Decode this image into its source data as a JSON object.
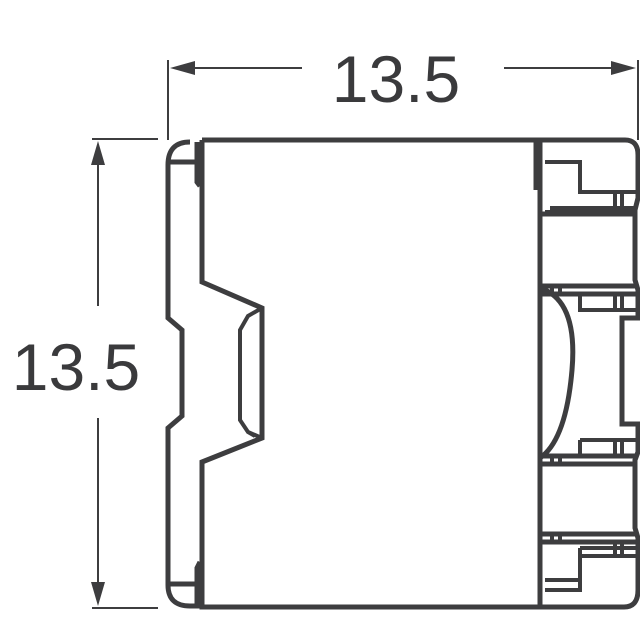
{
  "drawing": {
    "title": "Component package outline",
    "line_color": "#3d3d3f",
    "background": "#ffffff",
    "dimensions": {
      "width": {
        "label": "13.5",
        "orientation": "horizontal",
        "position": "top"
      },
      "height": {
        "label": "13.5",
        "orientation": "vertical",
        "position": "left"
      }
    },
    "views": [
      {
        "name": "top-view",
        "features": [
          "left-terminal-notch",
          "center-body",
          "right-terminal-clips",
          "curved-core-edge"
        ]
      }
    ]
  }
}
